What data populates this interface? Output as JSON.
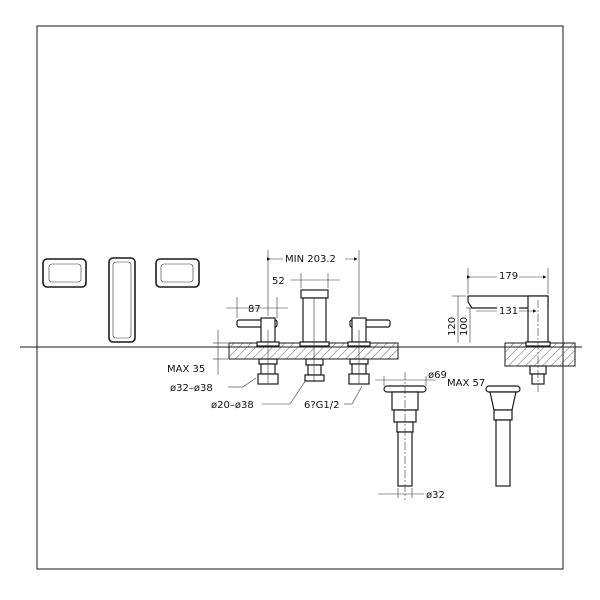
{
  "drawing": {
    "labels": {
      "min_spread": "MIN  203.2",
      "spout_width": "52",
      "handle_width": "87",
      "max_deck": "MAX  35",
      "hole_range": "ø32–ø38",
      "supply_range": "ø20–ø38",
      "thread": "6?G1/2",
      "side_width": "179",
      "side_reach": "131",
      "side_height": "120",
      "side_height2": "100",
      "drain_flange": "ø69",
      "drain_max": "MAX  57",
      "drain_tail": "ø32"
    }
  }
}
